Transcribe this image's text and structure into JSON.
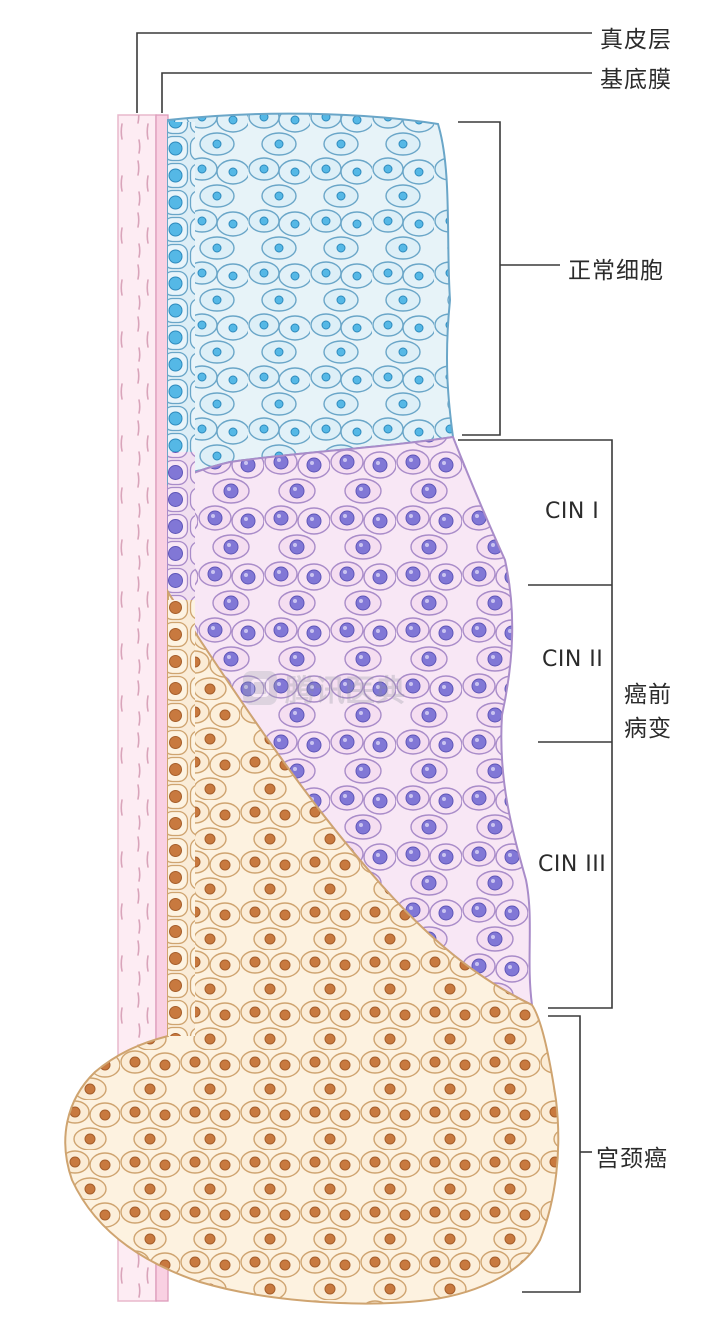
{
  "labels": {
    "dermis": "真皮层",
    "basement_membrane": "基底膜",
    "normal_cells": "正常细胞",
    "cin1": "CIN I",
    "cin2": "CIN II",
    "cin3": "CIN III",
    "precancer_line1": "癌前",
    "precancer_line2": "病变",
    "cervical_cancer": "宫颈癌"
  },
  "watermark": "腾讯医典",
  "colors": {
    "dermis_fill": "#fdecf3",
    "dermis_stroke": "#e8b8cc",
    "membrane_fill": "#f9d0e2",
    "membrane_stroke": "#dd9cbb",
    "normal_base": "#e7f3f8",
    "normal_cell_stroke": "#6aa6c8",
    "normal_nucleus": "#55b8e6",
    "cin_base": "#f8e7f5",
    "cin_cell_stroke": "#a98cc9",
    "cin_nucleus": "#8177d6",
    "cancer_base": "#fdf2e0",
    "cancer_cell_stroke": "#cfa470",
    "cancer_nucleus": "#c8793f",
    "annotation_line": "#3a3a3a"
  }
}
